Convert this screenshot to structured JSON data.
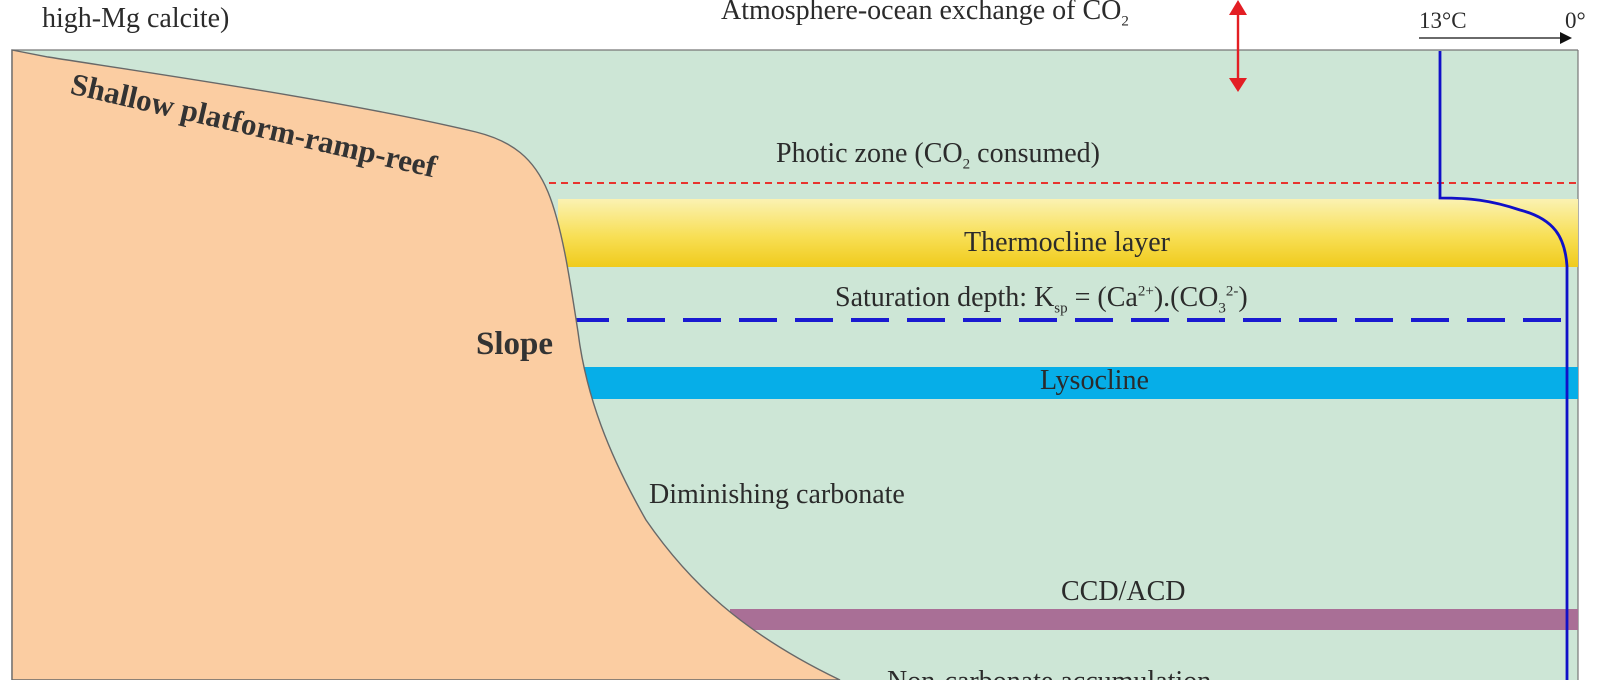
{
  "header": {
    "left_text": "high-Mg calcite)",
    "center_prefix": "Atmosphere-ocean exchange of CO",
    "center_sub": "2",
    "temperature": {
      "start": "13°C",
      "end": "0°"
    }
  },
  "regions": {
    "platform": "Shallow platform-ramp-reef",
    "slope": "Slope"
  },
  "zones": {
    "photic": {
      "prefix": "Photic zone (CO",
      "sub": "2",
      "suffix": " consumed)"
    },
    "thermocline": "Thermocline layer",
    "saturation": {
      "prefix": "Saturation depth: K",
      "sub_ksp": "sp",
      "mid1": " = (Ca",
      "sup_ca": "2+",
      "mid2": ").(CO",
      "sub_co3": "3",
      "sup_co3": "2-",
      "suffix": ")"
    },
    "lysocline": "Lysocline",
    "diminishing": "Diminishing carbonate",
    "ccd": "CCD/ACD",
    "non_carbonate": "Non-carbonate accumulation"
  },
  "colors": {
    "ocean": "#cde6d6",
    "platform": "#fbcda2",
    "photic_line": "#e8342f",
    "thermocline_top": "#fbf2b2",
    "thermocline_mid": "#f8df55",
    "thermocline_bottom": "#f0cb1c",
    "saturation_line": "#1a1ad1",
    "lysocline": "#06aee8",
    "ccd": "#a96f96",
    "temperature_profile": "#1010c8",
    "exchange_arrow": "#e31e24"
  }
}
